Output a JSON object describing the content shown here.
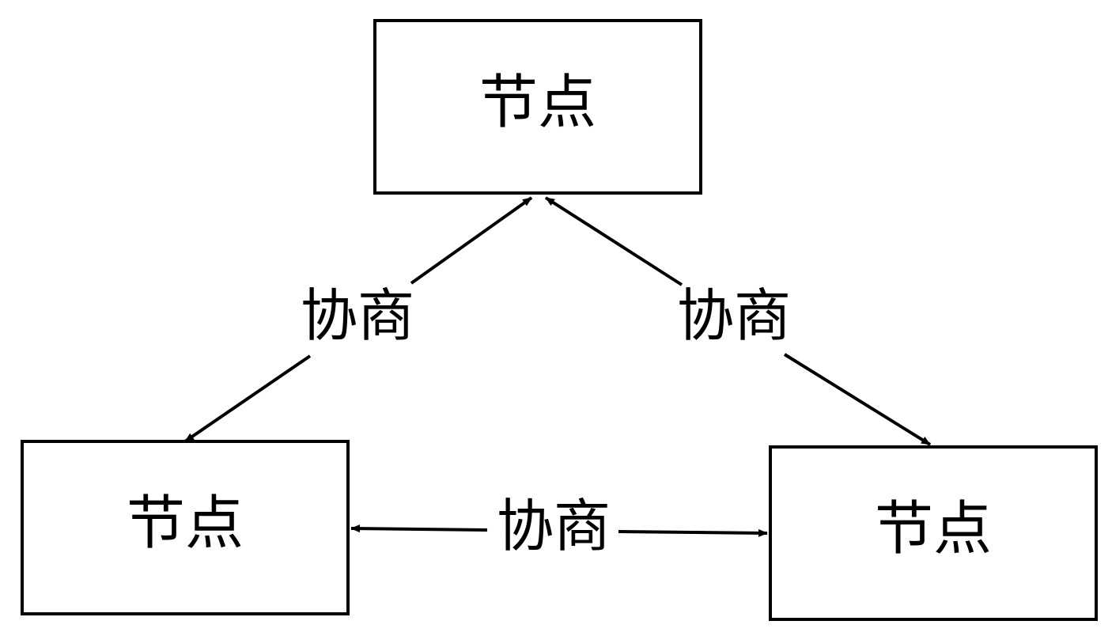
{
  "diagram": {
    "nodes": [
      {
        "id": "top",
        "label": "节点"
      },
      {
        "id": "left",
        "label": "节点"
      },
      {
        "id": "right",
        "label": "节点"
      }
    ],
    "edges": [
      {
        "from": "top",
        "to": "left",
        "label": "协商",
        "bidirectional": true
      },
      {
        "from": "top",
        "to": "right",
        "label": "协商",
        "bidirectional": true
      },
      {
        "from": "left",
        "to": "right",
        "label": "协商",
        "bidirectional": true
      }
    ],
    "colors": {
      "stroke": "#000000",
      "background": "#ffffff"
    }
  }
}
